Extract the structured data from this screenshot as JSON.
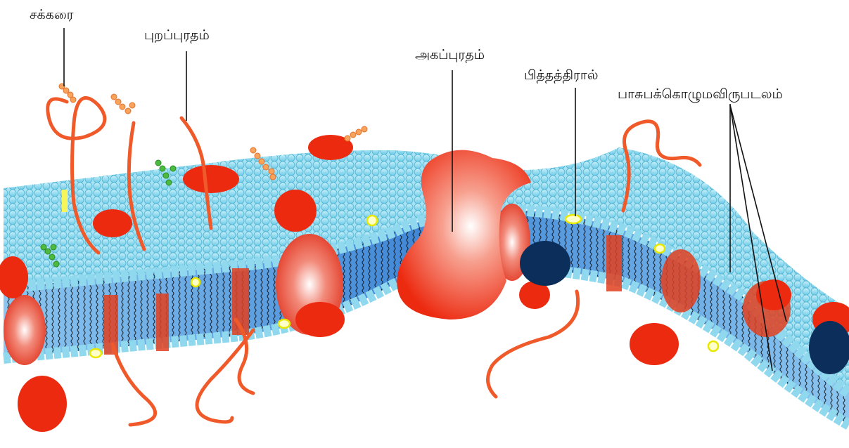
{
  "labels": {
    "sugar": "சக்கரை",
    "peripheral_protein": "புறப்புரதம்",
    "integral_protein": "அகப்புரதம்",
    "cholesterol": "பித்தத்திரால்",
    "phospholipid_bilayer": "பாசுபக்கொழுமவிருபடலம்"
  },
  "colors": {
    "head": "#7fd3ea",
    "head_dark": "#3ea9cc",
    "tail_band": "#5aa9e0",
    "tail_dark": "#1f62b8",
    "protein": "#ec2a10",
    "protein_light": "#ffffff",
    "chain": "#f05a2a",
    "sugar_orange": "#f7a35c",
    "sugar_green": "#3aa534",
    "cholesterol": "#ffff55",
    "dark_protein": "#0b2e5a",
    "leader": "#111111"
  }
}
